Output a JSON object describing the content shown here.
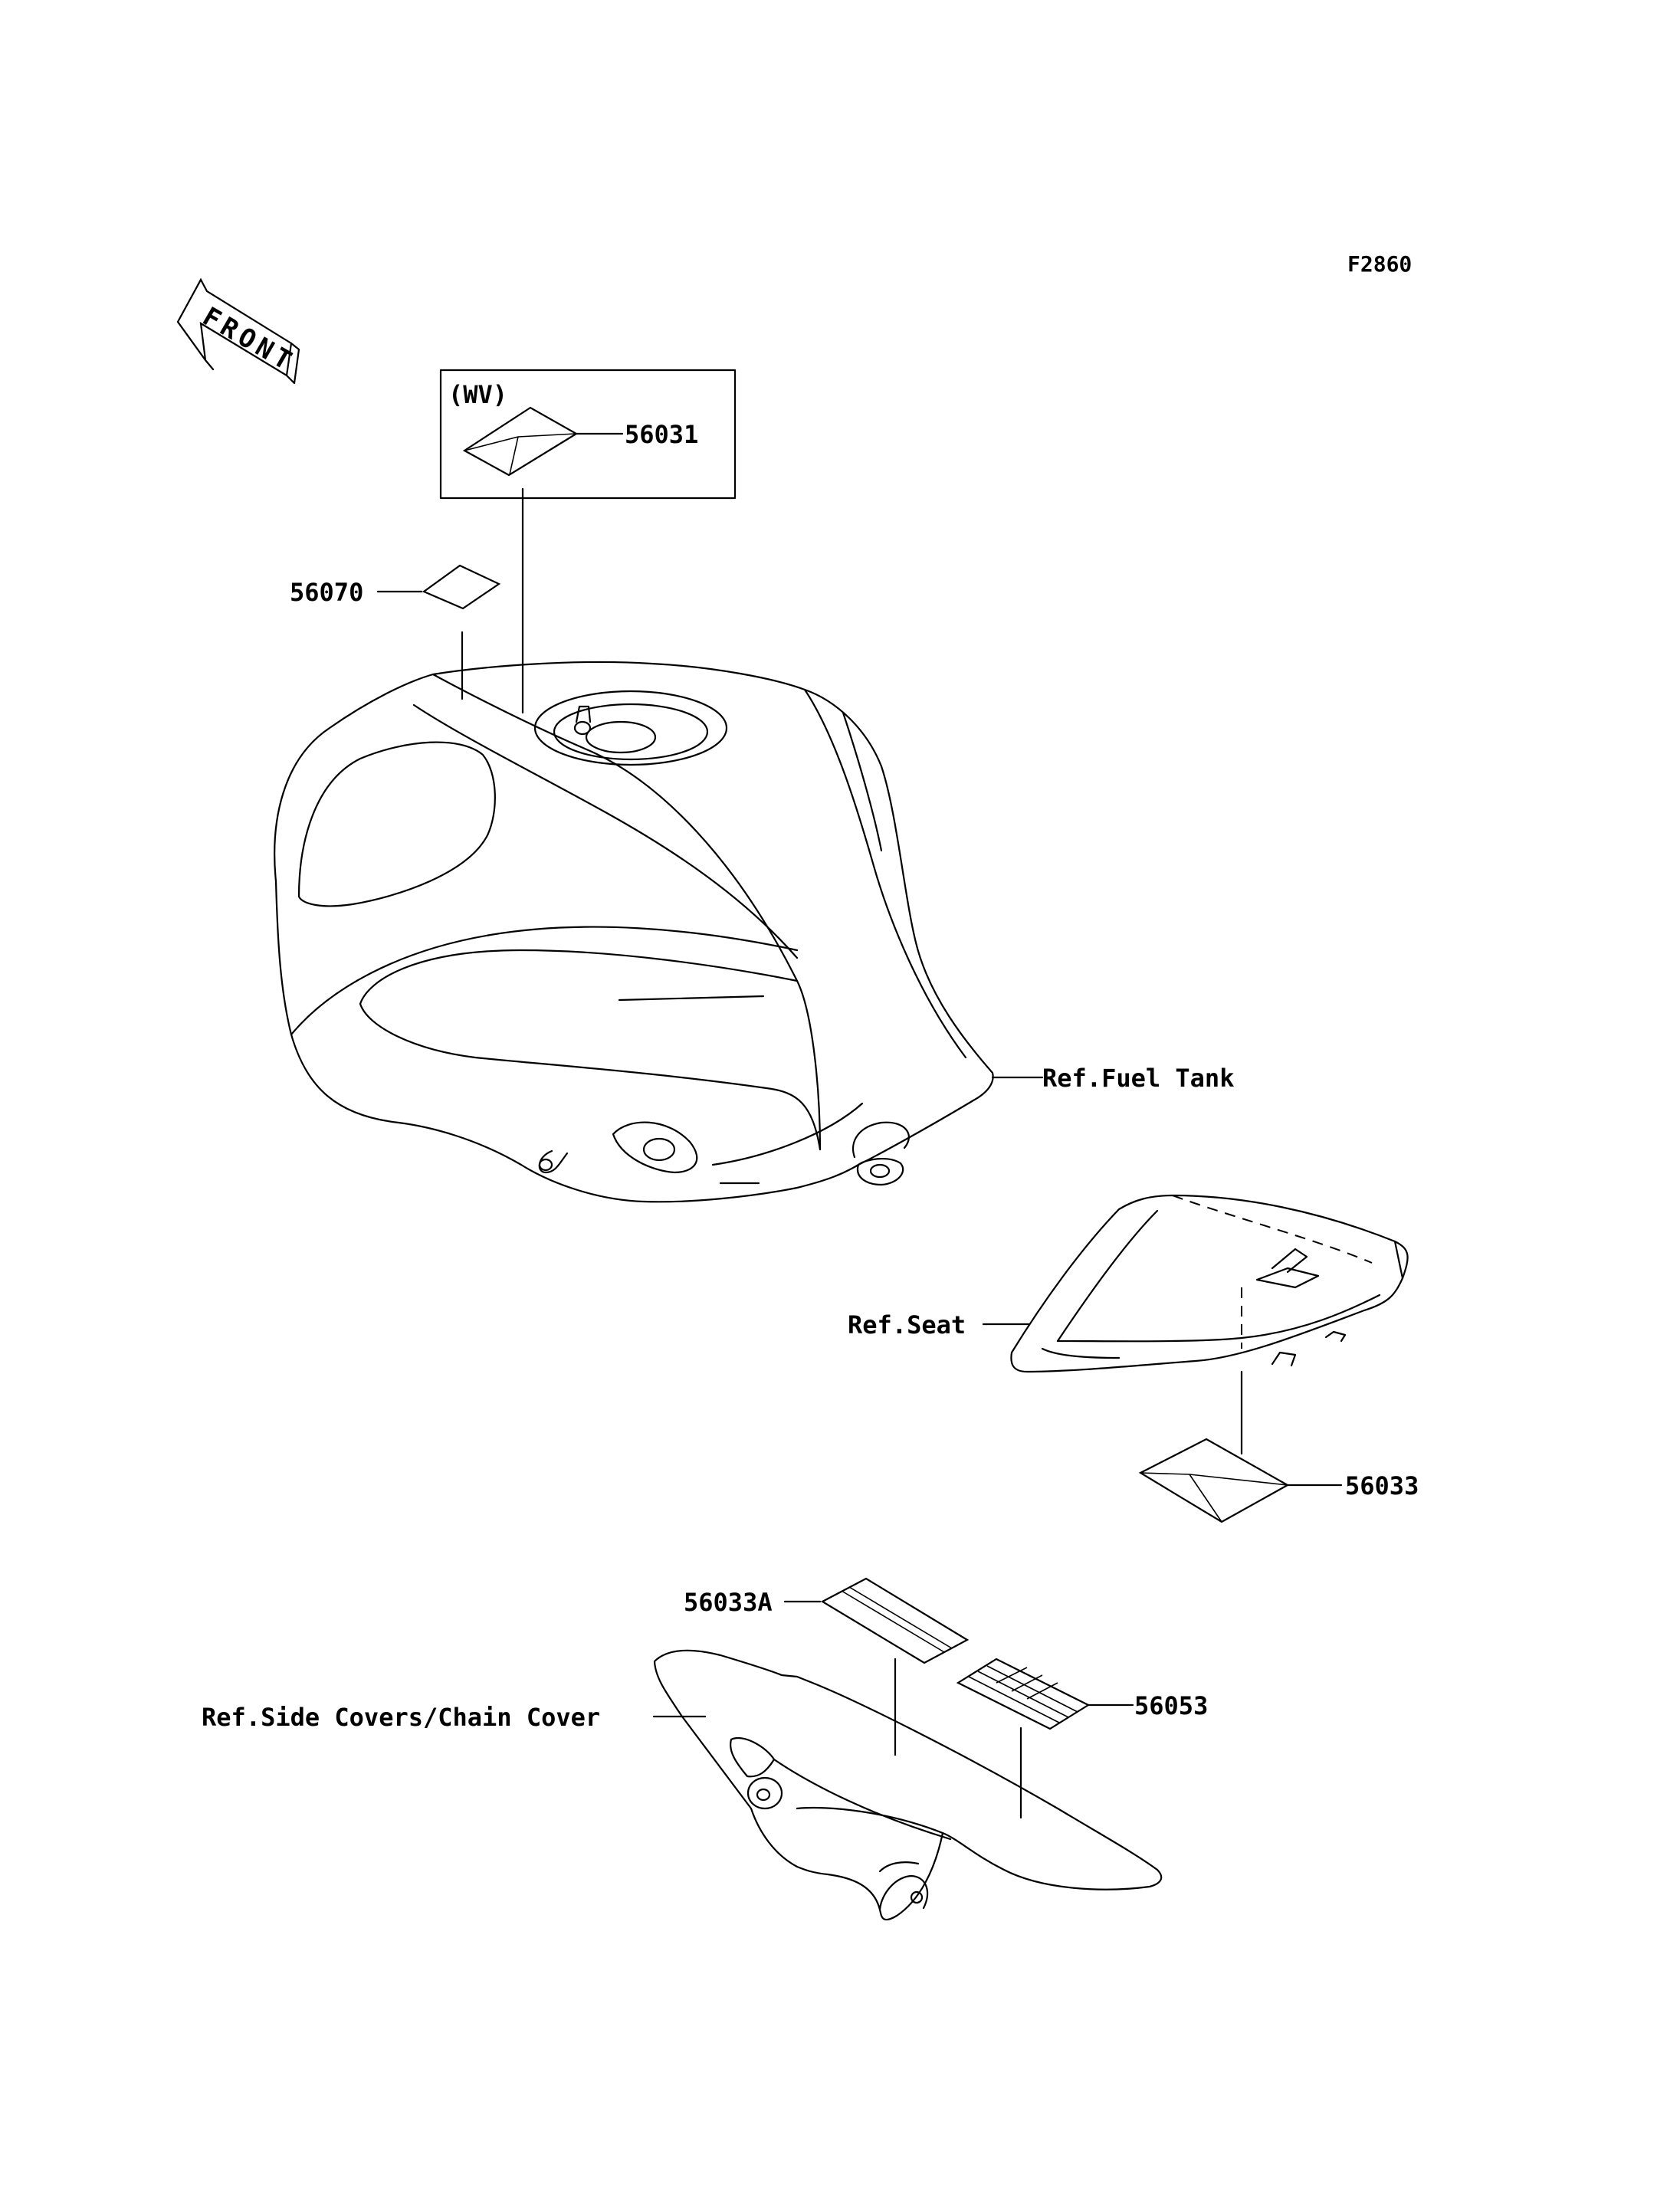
{
  "figure_code": "F2860",
  "front_arrow_text": "FRONT",
  "variant_box": {
    "tag": "(WV)",
    "part": "56031"
  },
  "labels": {
    "p56070": "56070",
    "ref_fuel_tank": "Ref.Fuel Tank",
    "ref_seat": "Ref.Seat",
    "p56033": "56033",
    "p56033a": "56033A",
    "p56053": "56053",
    "ref_side_covers": "Ref.Side Covers/Chain Cover"
  }
}
